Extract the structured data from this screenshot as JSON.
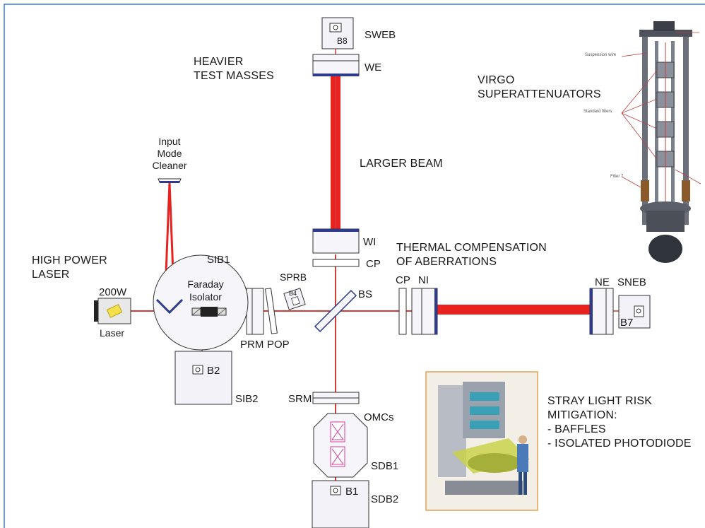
{
  "labels": {
    "sweb": "SWEB",
    "b8": "B8",
    "we": "WE",
    "heavier": [
      "HEAVIER",
      "TEST MASSES"
    ],
    "virgo": [
      "VIRGO",
      "SUPERATTENUATORS"
    ],
    "larger_beam": "LARGER BEAM",
    "imc": [
      "Input",
      "Mode",
      "Cleaner"
    ],
    "wi": "WI",
    "cp_top": "CP",
    "thermal": [
      "THERMAL COMPENSATION",
      "OF ABERRATIONS"
    ],
    "hpl": [
      "HIGH POWER",
      "LASER"
    ],
    "sib1": "SIB1",
    "sprb": "SPRB",
    "b4": "B4",
    "bs": "BS",
    "cp_right": "CP",
    "ni": "NI",
    "ne": "NE",
    "sneb": "SNEB",
    "power": "200W",
    "faraday": [
      "Faraday",
      "Isolator"
    ],
    "laser": "Laser",
    "prm": "PRM",
    "pop": "POP",
    "b7": "B7",
    "b2": "B2",
    "sib2": "SIB2",
    "srm": "SRM",
    "omcs": "OMCs",
    "sdb1": "SDB1",
    "b1": "B1",
    "sdb2": "SDB2",
    "stray": [
      "STRAY LIGHT RISK",
      "MITIGATION:",
      "-  BAFFLES",
      "-  ISOLATED PHOTODIODE"
    ]
  },
  "superattenuator_callouts": [
    "Suspension wire",
    "Standard filters",
    "Filter 7"
  ],
  "colors": {
    "beam": "#e8231f",
    "beam_thin": "#d73a3a",
    "mirror_accent": "#2e3a8c",
    "frame": "#3a7bd5",
    "outline": "#333333"
  }
}
